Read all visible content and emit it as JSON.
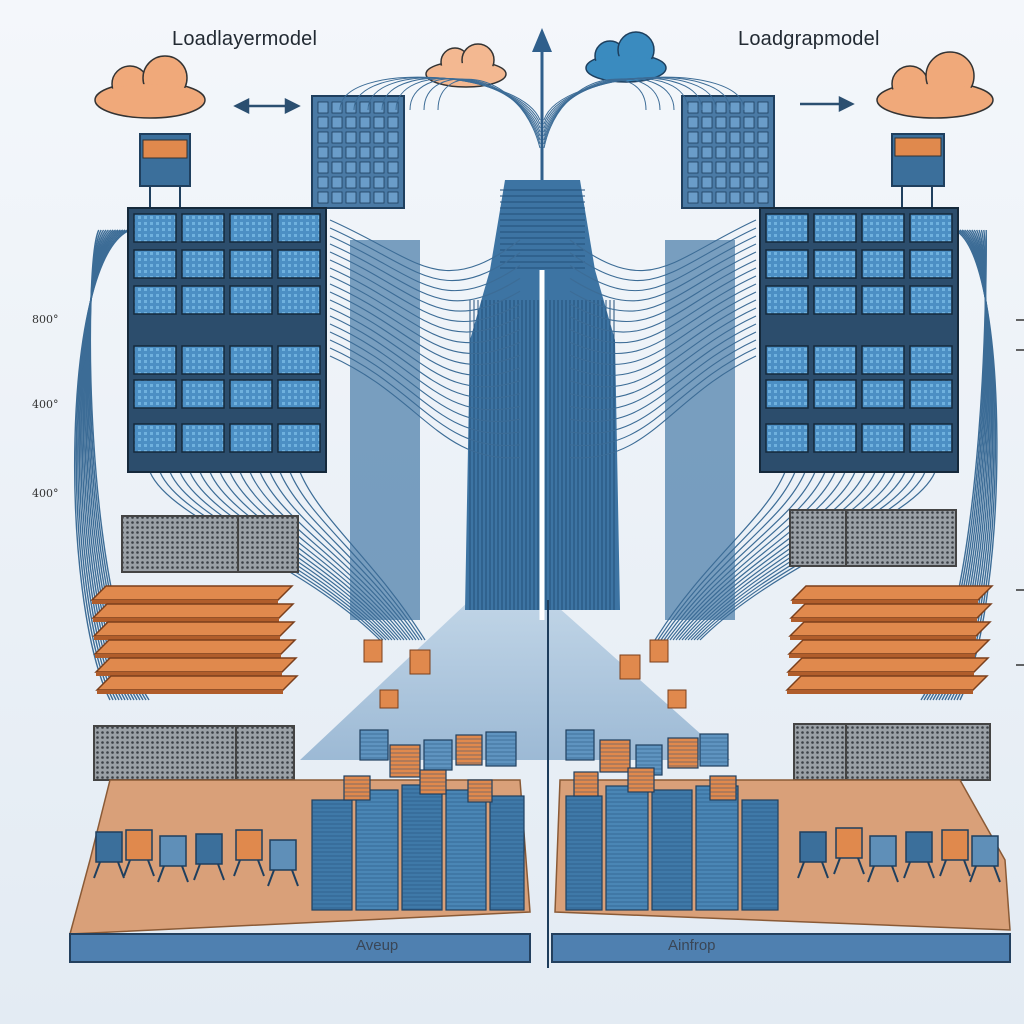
{
  "titles": {
    "left": "Loadlayermodel",
    "right": "Loadgrapmodel"
  },
  "axis_labels": [
    "800°",
    "400°",
    "400°"
  ],
  "base_labels": {
    "left": "Aveup",
    "right": "Ainfrop"
  },
  "colors": {
    "background": "#eef3f8",
    "server_blue": "#3f79a8",
    "dark_blue": "#24507a",
    "orange": "#e0894d",
    "cloud_orange": "#f0a97a",
    "cloud_blue": "#3a8bbf",
    "floor": "#d9a079",
    "mesh_grey": "#7d848c"
  },
  "icons": [
    "cloud-icon",
    "arrow-icon",
    "server-rack-icon",
    "cable-icon"
  ]
}
